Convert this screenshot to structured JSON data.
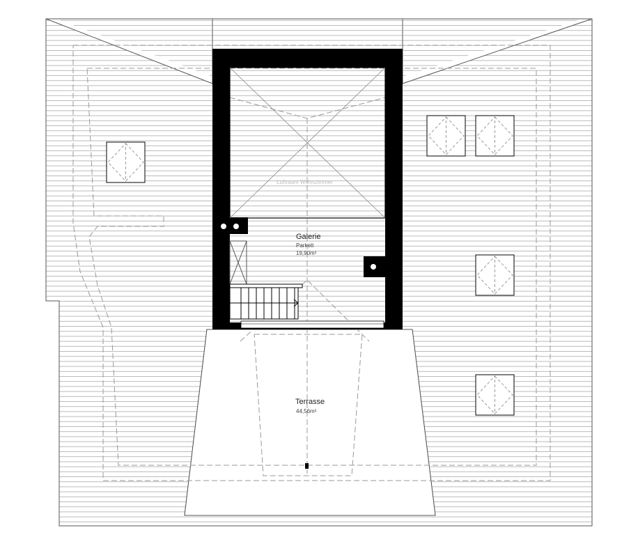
{
  "rooms": {
    "void": {
      "label": "Luftraum Wohnzimmer"
    },
    "gallery": {
      "name": "Galerie",
      "floor": "Parkett",
      "area": "19,90m²"
    },
    "terrace": {
      "name": "Terrasse",
      "area": "44,56m²"
    }
  },
  "colors": {
    "wall": "#000000",
    "roof_hatch": "#b0b0b0",
    "dashed": "#999999"
  }
}
